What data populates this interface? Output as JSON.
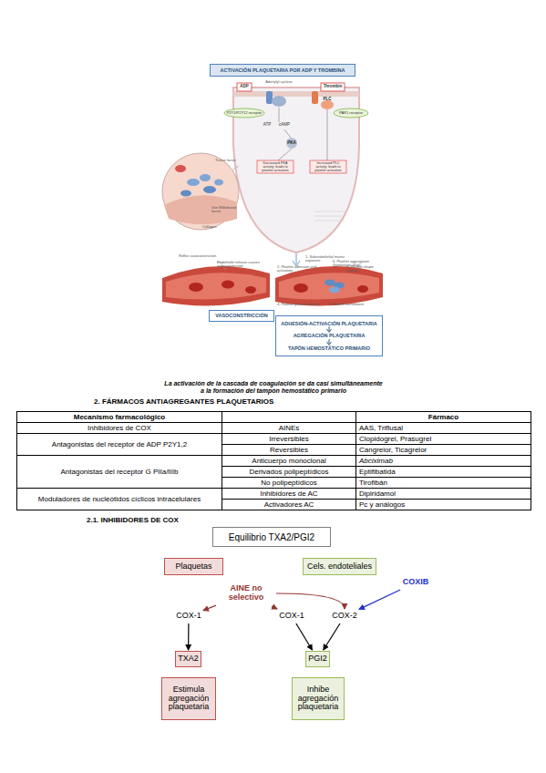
{
  "diagram": {
    "caption": "La activación de la cascada de coagulación se da casi simultáneamente a la formación del tampón hemostático primario",
    "nodes": [
      {
        "text": [
          "ACTIVACIÓN PLAQUETARIA POR ADP Y TROMBINA"
        ]
      },
      {
        "text": [
          "VASOCONSTRICCIÓN"
        ]
      },
      {
        "text": [
          "ADHESIÓN-ACTIVACIÓN PLAQUETARIA",
          "AGREGACIÓN PLAQUETARIA",
          "TAPÓN HEMOSTÁTICO PRIMARIO"
        ]
      },
      {
        "text": [
          "Equilibrio TXA2/PGI2"
        ]
      },
      {
        "text": [
          "Plaquetas"
        ]
      },
      {
        "text": [
          "Cels. endoteliales"
        ]
      },
      {
        "text": [
          "AINE no selectivo"
        ]
      },
      {
        "text": [
          "COXIB"
        ]
      },
      {
        "text": [
          "COX-1"
        ]
      },
      {
        "text": [
          "COX-1"
        ]
      },
      {
        "text": [
          "COX-2"
        ]
      },
      {
        "text": [
          "TXA2"
        ]
      },
      {
        "text": [
          "PGI2"
        ]
      },
      {
        "text": [
          "Estimula agregación plaquetaria"
        ]
      },
      {
        "text": [
          "Inhibe agregación plaquetaria"
        ]
      }
    ],
    "edges": [
      {
        "from": 6,
        "to": 8,
        "arrow": "to"
      },
      {
        "from": 6,
        "to": 9,
        "arrow": "to"
      },
      {
        "from": 6,
        "to": 10,
        "arrow": "to"
      },
      {
        "from": 7,
        "to": 10,
        "arrow": "to"
      },
      {
        "from": 8,
        "to": 11,
        "arrow": "to"
      },
      {
        "from": 9,
        "to": 12,
        "arrow": "to"
      },
      {
        "from": 10,
        "to": 12,
        "arrow": "to"
      }
    ],
    "labels": [
      "2. FÁRMACOS ANTIAGREGANTES PLAQUETARIOS",
      "Mecanismo farmacológico",
      "Fármaco",
      "Inhibidores de COX",
      "AINEs",
      "AAS, Triflusal",
      "Antagonistas del receptor de ADP P2Y1,2",
      "Irreversibles",
      "Clopidogrel, Prasugrel",
      "Reversibles",
      "Cangrelor, Ticagrelor",
      "Antagonistas del receptor G PIIa/IIIb",
      "Anticuerpo monoclonal",
      "Abciximab",
      "Derivados polipeptídicos",
      "Eptifibatida",
      "No polipeptídicos",
      "Tirofibán",
      "Moduladores de nucleótidos cíclicos intracelulares",
      "Inhibidores de AC",
      "Dipiridamol",
      "Activadores AC",
      "Pc y análogos",
      "2.1. INHIBIDORES DE COX",
      "ADP",
      "Thrombin",
      "P2Y1/P2Y12 receptor",
      "PAR1 receptor",
      "Adenylyl cyclase",
      "ATP",
      "cAMP",
      "PKA",
      "PLC",
      "Decreased PKA activity; leads to platelet activation",
      "Increased PLC activity; leads to platelet activation",
      "Tissue factor",
      "Collagen",
      "Von Willebrand factor",
      "Reflex vasoconstriction",
      "Endothelin release causes vasoconstriction",
      "1. Subendothelial matrix exposure",
      "2. Platelet adhesion and activation",
      "3. Platelet shape change",
      "4. Platelet granule release",
      "5. Platelet recruitment",
      "6. Platelet aggregation (hemostatic plug)"
    ]
  }
}
